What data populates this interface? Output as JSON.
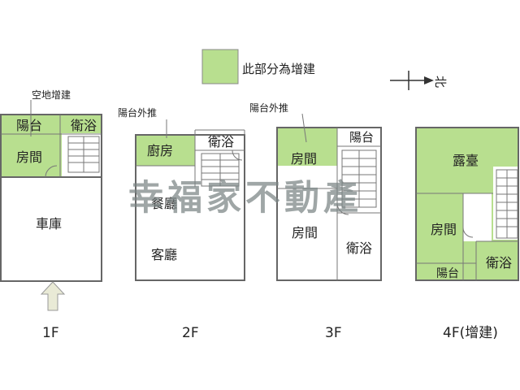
{
  "legend": {
    "text": "此部分為增建",
    "swatch_color": "#b8df8f"
  },
  "compass": {
    "label": "北"
  },
  "watermark": "幸福家不動產",
  "colors": {
    "addition": "#b8df8f",
    "wall": "#666666",
    "text": "#222222"
  },
  "floors": {
    "f1": {
      "label": "1F",
      "note": "空地增建",
      "rooms": {
        "balcony": "陽台",
        "bath": "衛浴",
        "bedroom": "房間",
        "garage": "車庫"
      },
      "entrance_icon": "up-arrow-icon"
    },
    "f2": {
      "label": "2F",
      "note": "陽台外推",
      "rooms": {
        "kitchen": "廚房",
        "bath": "衛浴",
        "dining": "餐廳",
        "living": "客廳"
      }
    },
    "f3": {
      "label": "3F",
      "note": "陽台外推",
      "rooms": {
        "bedroom_top": "房間",
        "balcony": "陽台",
        "bedroom_main": "房間",
        "bath": "衛浴"
      }
    },
    "f4": {
      "label": "4F(增建)",
      "rooms": {
        "terrace": "露臺",
        "bedroom": "房間",
        "balcony": "陽台",
        "bath": "衛浴"
      }
    }
  }
}
